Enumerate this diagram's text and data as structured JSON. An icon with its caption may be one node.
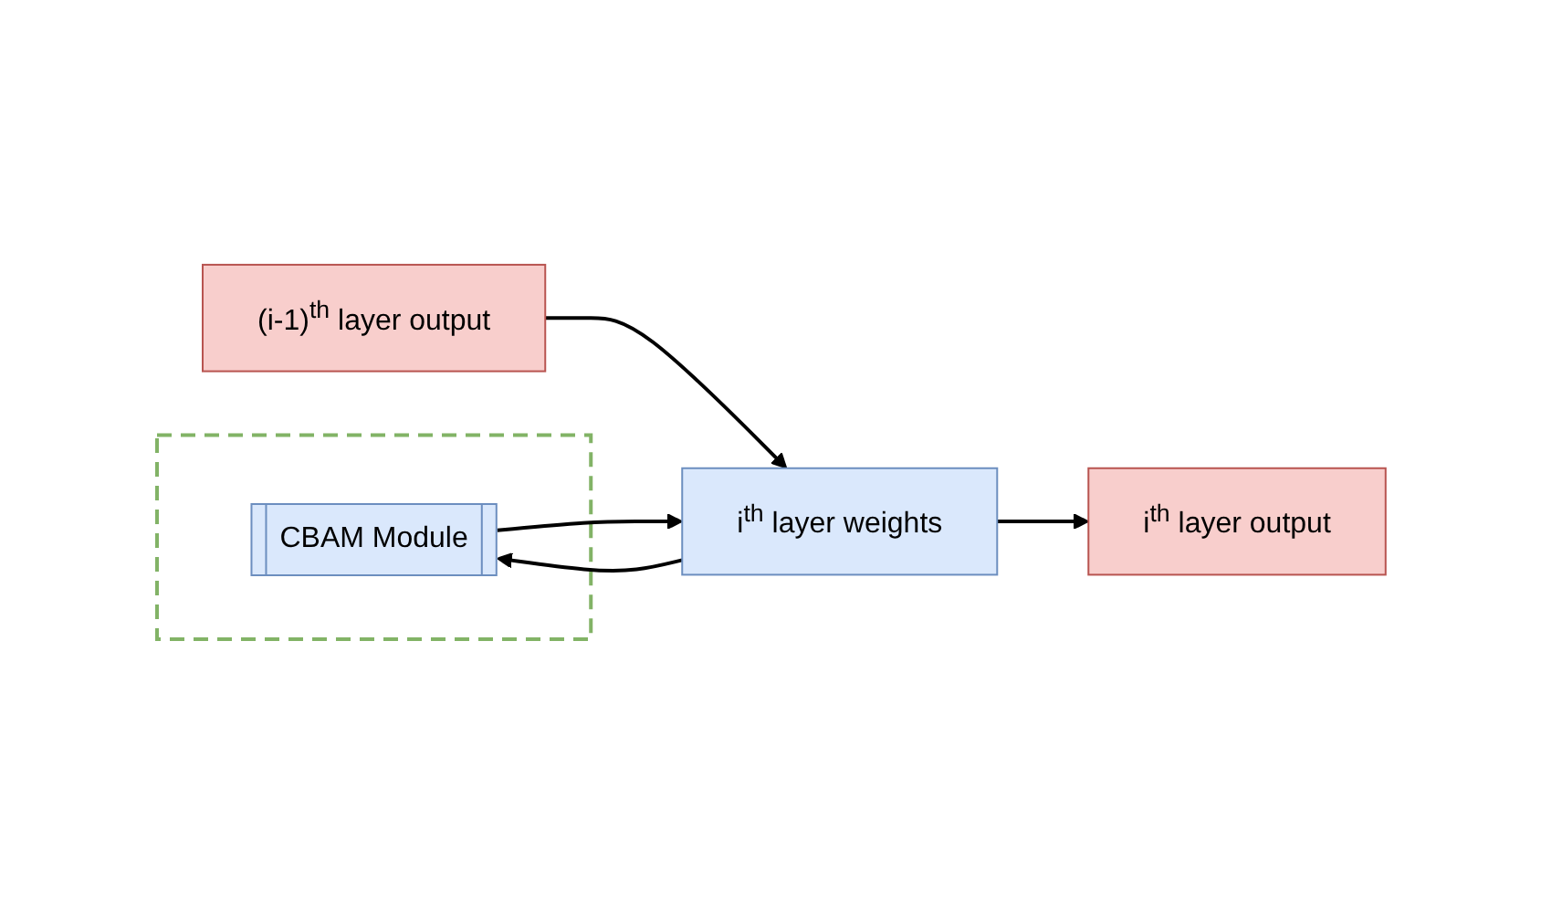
{
  "diagram": {
    "nodes": [
      {
        "text": [],
        "shape": "box"
      },
      {
        "text": [
          "CBAM Module"
        ],
        "in": 0
      },
      {
        "text": [
          "(i-1)$^{th}$  layer output"
        ]
      },
      {
        "text": [
          "i$^{th}$ layer weights"
        ]
      },
      {
        "text": [
          "i$^{th}$ layer output"
        ]
      }
    ],
    "edges": [
      {
        "from": 2,
        "to": 3,
        "arrow": "to"
      },
      {
        "from": 3,
        "to": 1,
        "arrow": "to"
      },
      {
        "from": 1,
        "to": 3,
        "arrow": "to"
      },
      {
        "from": 3,
        "to": 4,
        "arrow": "to"
      }
    ]
  }
}
